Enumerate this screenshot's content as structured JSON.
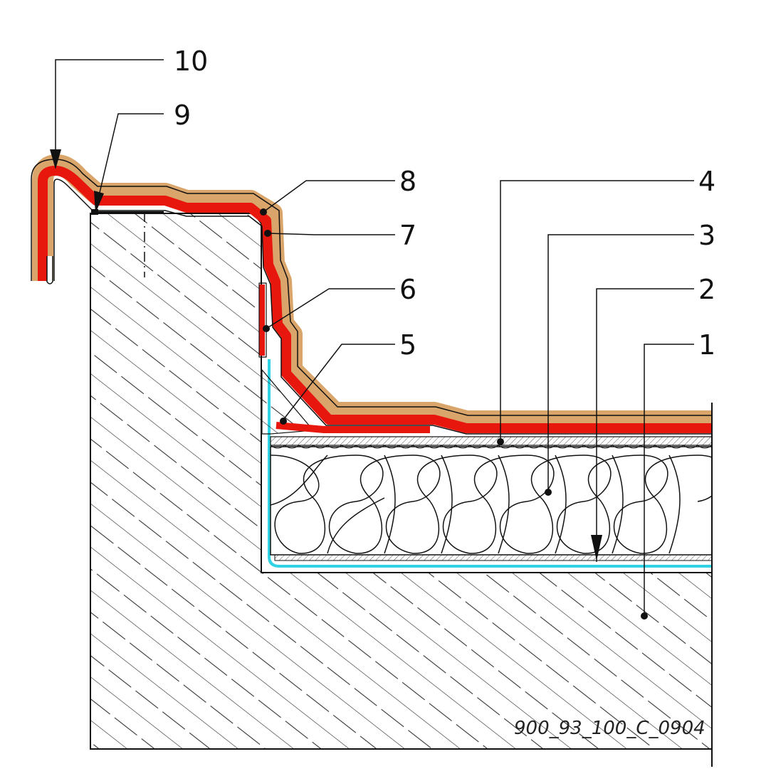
{
  "drawing": {
    "drawing_id": "900_93_100_C_0904",
    "colors": {
      "membrane_red": "#e8170e",
      "cap_layer_tan": "#d9a56b",
      "vapour_layer_cyan": "#2fd3e3",
      "line": "#111111",
      "hatch": "#333333"
    },
    "callouts": [
      {
        "id": "1",
        "label": "1"
      },
      {
        "id": "2",
        "label": "2"
      },
      {
        "id": "3",
        "label": "3"
      },
      {
        "id": "4",
        "label": "4"
      },
      {
        "id": "5",
        "label": "5"
      },
      {
        "id": "6",
        "label": "6"
      },
      {
        "id": "7",
        "label": "7"
      },
      {
        "id": "8",
        "label": "8"
      },
      {
        "id": "9",
        "label": "9"
      },
      {
        "id": "10",
        "label": "10"
      }
    ]
  }
}
